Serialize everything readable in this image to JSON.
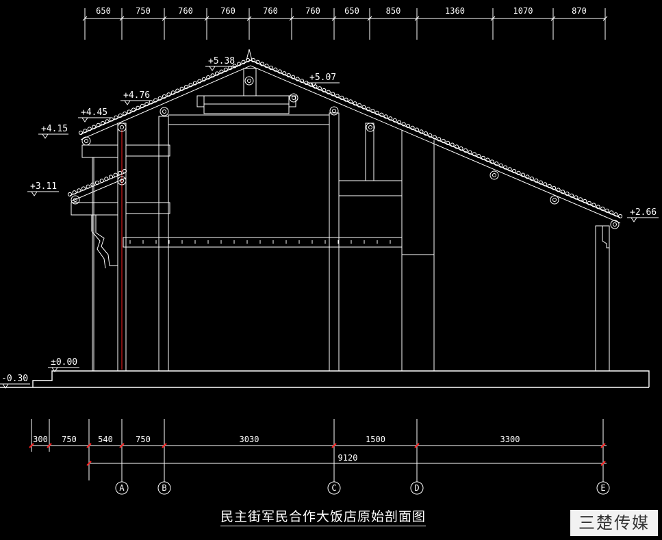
{
  "title": "民主街军民合作大饭店原始剖面图",
  "watermark": "三楚传媒",
  "top_dimensions": [
    "650",
    "750",
    "760",
    "760",
    "760",
    "760",
    "650",
    "850",
    "1360",
    "1070",
    "870"
  ],
  "bottom_dimensions": [
    "300",
    "750",
    "540",
    "750",
    "3030",
    "1500",
    "3300"
  ],
  "overall_dimension": "9120",
  "axes": [
    "A",
    "B",
    "C",
    "D",
    "E"
  ],
  "levels": {
    "ridge": "+5.38",
    "right_roof": "+5.07",
    "upper_left": "+4.76",
    "eave_upper": "+4.45",
    "eave_upper_low": "+4.15",
    "eave_lower": "+3.11",
    "right_eave": "+2.66",
    "ground": "±0.00",
    "outside": "-0.30"
  },
  "colors": {
    "background": "#000000",
    "lines": "#ffffff",
    "ticks": "#ff2020"
  }
}
